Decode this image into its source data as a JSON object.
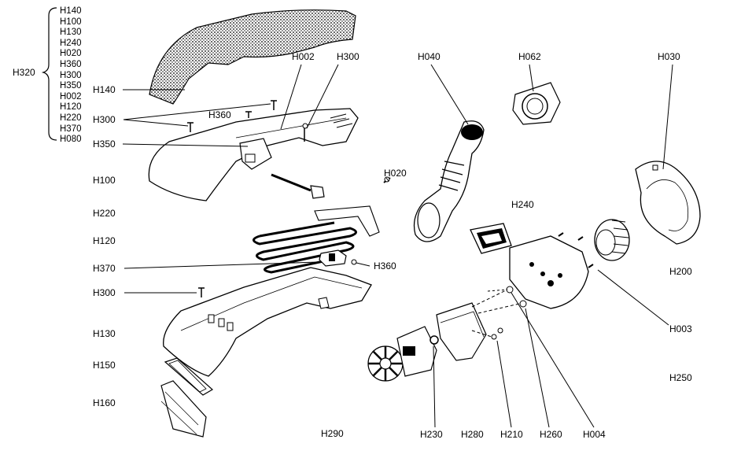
{
  "group": {
    "label": "H320",
    "items": [
      "H140",
      "H100",
      "H130",
      "H240",
      "H020",
      "H360",
      "H300",
      "H350",
      "H002",
      "H120",
      "H220",
      "H370",
      "H080"
    ]
  },
  "labels": {
    "h140": "H140",
    "h300_top": "H300",
    "h360_top": "H360",
    "h350": "H350",
    "h100": "H100",
    "h220": "H220",
    "h120": "H120",
    "h370": "H370",
    "h300_left": "H300",
    "h130": "H130",
    "h150": "H150",
    "h160": "H160",
    "h290": "H290",
    "h002": "H002",
    "h300_right": "H300",
    "h020": "H020",
    "h360_mid": "H360",
    "h040": "H040",
    "h062": "H062",
    "h030": "H030",
    "h240": "H240",
    "h200": "H200",
    "h003": "H003",
    "h250": "H250",
    "h230": "H230",
    "h280": "H280",
    "h210": "H210",
    "h260": "H260",
    "h004": "H004"
  }
}
